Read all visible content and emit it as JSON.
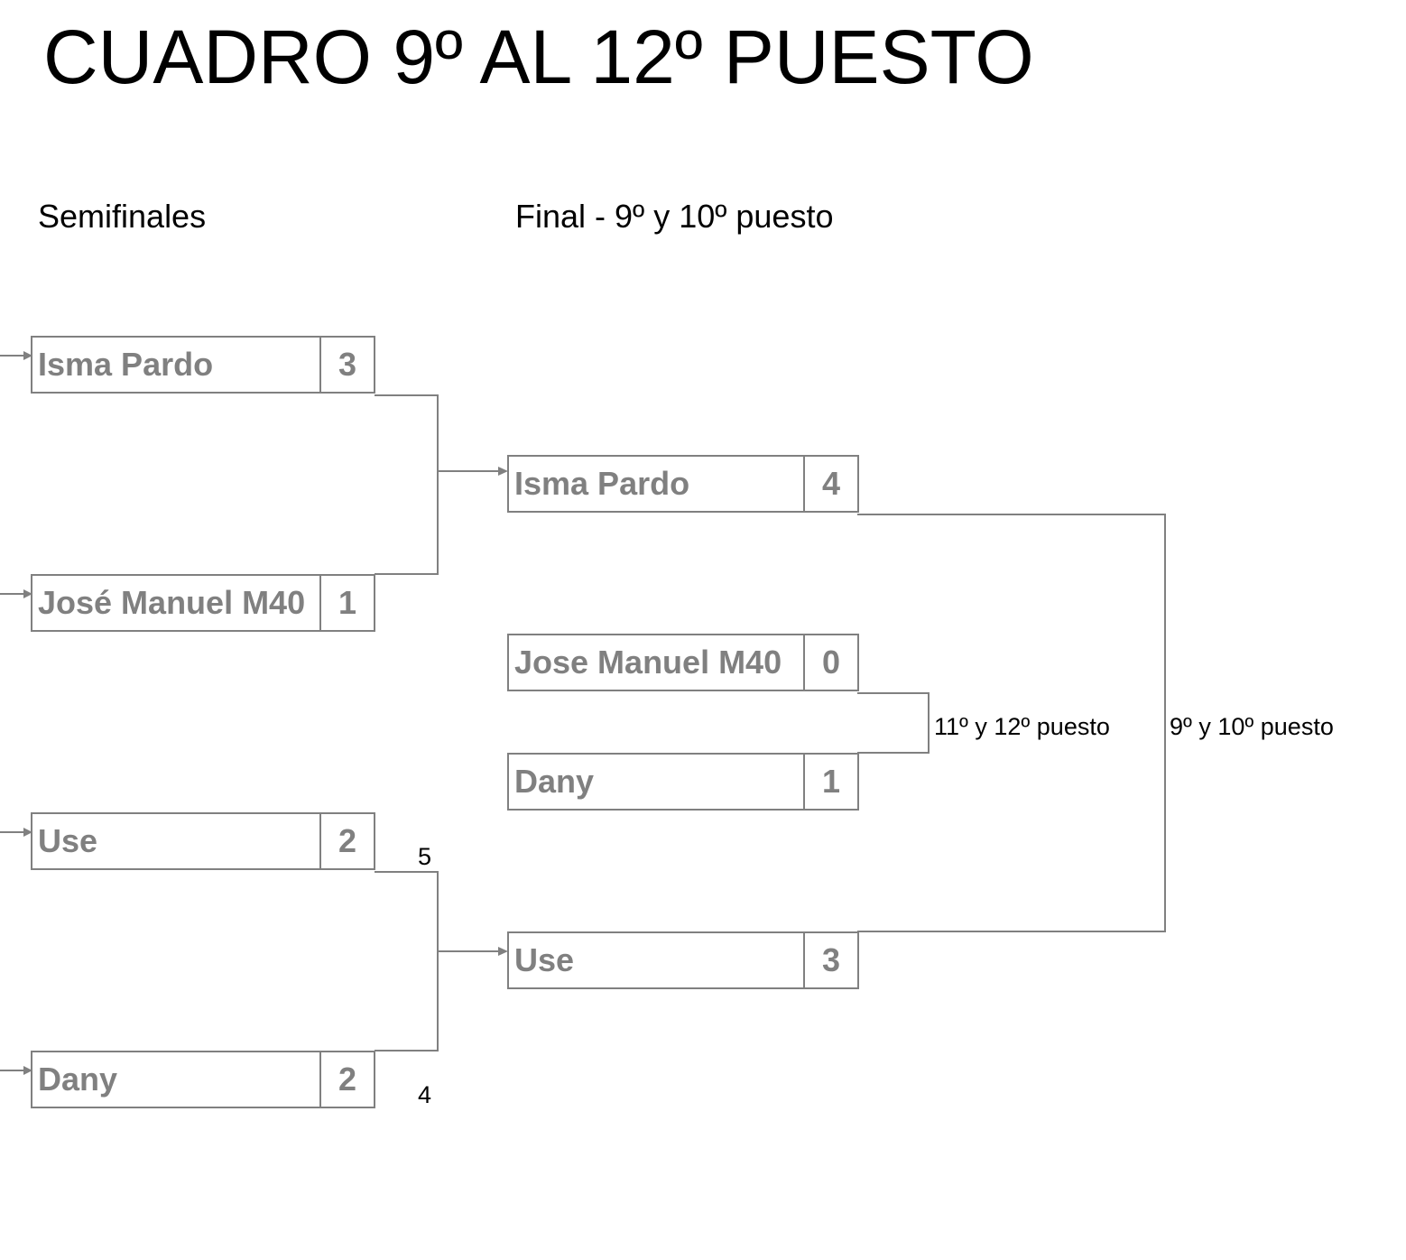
{
  "title": "CUADRO 9º AL 12º PUESTO",
  "rounds": {
    "semis_label": "Semifinales",
    "final_label": "Final - 9º y 10º puesto"
  },
  "semis": [
    {
      "name": "Isma Pardo",
      "score": "3"
    },
    {
      "name": "José Manuel M40",
      "score": "1"
    },
    {
      "name": "Use",
      "score": "2"
    },
    {
      "name": "Dany",
      "score": "2"
    }
  ],
  "semis_extra_scores": [
    "5",
    "4"
  ],
  "final_9_10": [
    {
      "name": "Isma Pardo",
      "score": "4"
    },
    {
      "name": "Use",
      "score": "3"
    }
  ],
  "final_11_12": [
    {
      "name": "Jose Manuel M40",
      "score": "0"
    },
    {
      "name": "Dany",
      "score": "1"
    }
  ],
  "placement_labels": {
    "p11_12": "11º y 12º puesto",
    "p9_10": "9º y 10º puesto"
  },
  "colors": {
    "line": "#808080",
    "text_muted": "#808080",
    "text": "#000000"
  }
}
